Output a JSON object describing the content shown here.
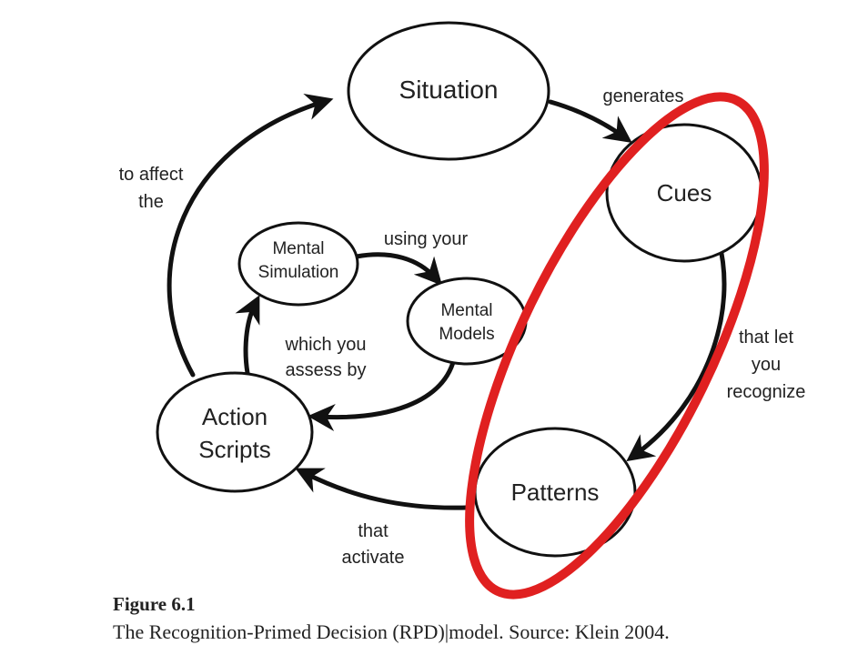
{
  "nodes": {
    "situation": "Situation",
    "cues": "Cues",
    "patterns": "Patterns",
    "action_scripts": [
      "Action",
      "Scripts"
    ],
    "mental_simulation": [
      "Mental",
      "Simulation"
    ],
    "mental_models": [
      "Mental",
      "Models"
    ]
  },
  "edges": {
    "generates": "generates",
    "that_let_you_recognize": [
      "that let",
      "you",
      "recognize"
    ],
    "that_activate": [
      "that",
      "activate"
    ],
    "to_affect_the": [
      "to affect",
      "the"
    ],
    "using_your": "using your",
    "which_you_assess_by": [
      "which you",
      "assess by"
    ]
  },
  "highlight": {
    "color": "#e02020"
  },
  "caption": {
    "title": "Figure 6.1",
    "text": "The Recognition-Primed Decision (RPD)|model. Source: Klein 2004."
  }
}
